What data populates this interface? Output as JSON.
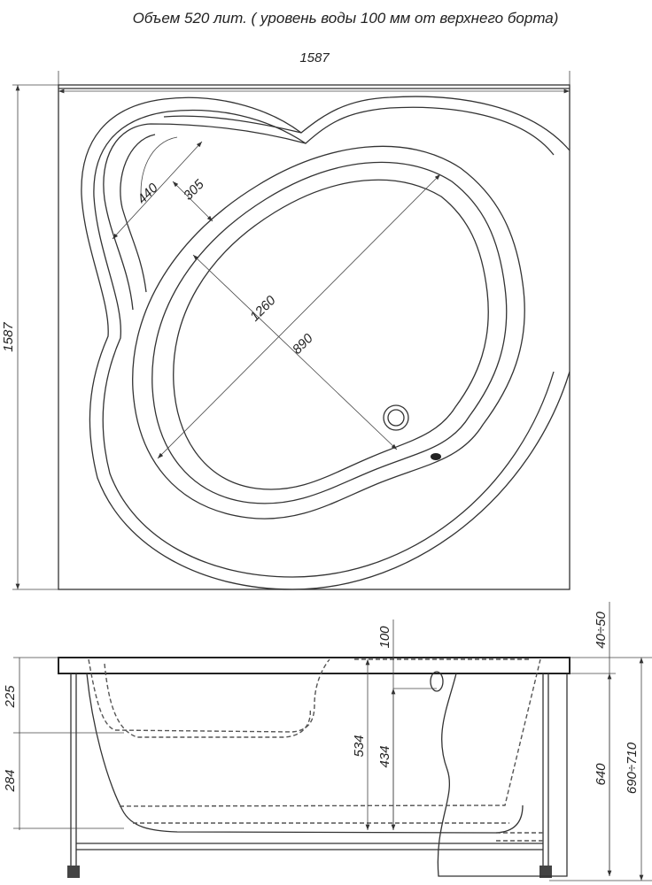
{
  "title": "Объем 520 лит. ( уровень воды 100 мм от верхнего борта)",
  "top_view": {
    "width_label": "1587",
    "height_label": "1587",
    "seat_depth_label": "440",
    "seat_width_label": "305",
    "length_label": "1260",
    "inner_width_label": "890"
  },
  "side_view": {
    "water_offset_label": "100",
    "rim_label": "40÷50",
    "seat_height_label": "225",
    "lower_height_label": "284",
    "depth_label": "534",
    "water_depth_label": "434",
    "panel_height_label": "640",
    "total_height_label": "690÷710"
  }
}
